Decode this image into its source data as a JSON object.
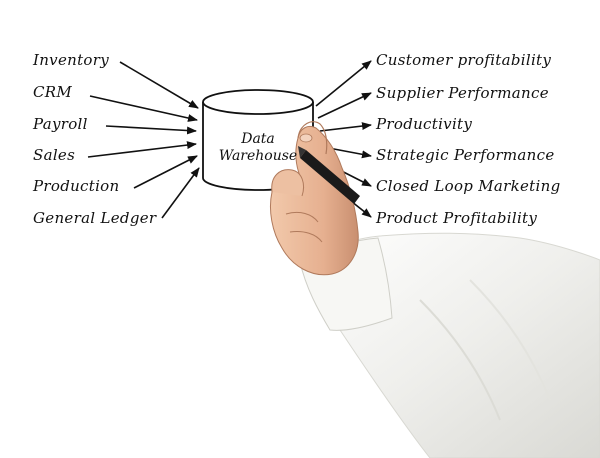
{
  "diagram": {
    "center_label_line1": "Data",
    "center_label_line2": "Warehouse",
    "inputs": [
      "Inventory",
      "CRM",
      "Payroll",
      "Sales",
      "Production",
      "General Ledger"
    ],
    "outputs": [
      "Customer profitability",
      "Supplier Performance",
      "Productivity",
      "Strategic Performance",
      "Closed Loop Marketing",
      "Product Profitability"
    ]
  },
  "colors": {
    "ink": "#111111",
    "background": "#ffffff",
    "skin": "#e8b899",
    "sleeve": "#f2f2ef",
    "pen": "#1a1a1a"
  }
}
